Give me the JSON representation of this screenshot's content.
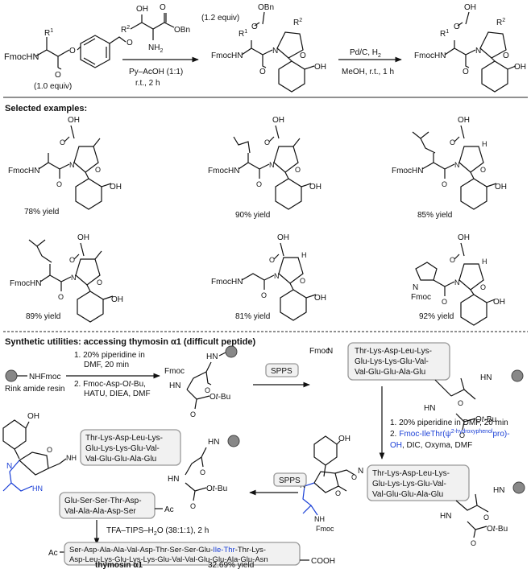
{
  "scheme": {
    "r1": "R",
    "r1sup": "1",
    "r2": "R",
    "r2sup": "2",
    "fmochn": "FmocHN",
    "nh2": "NH",
    "nh2sub": "2",
    "oh": "OH",
    "obn": "OBn",
    "o": "O",
    "n": "N",
    "equiv_ald": "(1.0 equiv)",
    "equiv_ser": "(1.2 equiv)",
    "cond1a": "Py–AcOH (1:1)",
    "cond1b": "r.t., 2 h",
    "cond2a": "Pd/C, H",
    "cond2a_sub": "2",
    "cond2b": "MeOH, r.t., 1 h"
  },
  "examples": {
    "header": "Selected examples:",
    "yields": [
      "78% yield",
      "90% yield",
      "85% yield",
      "89% yield",
      "81% yield",
      "92% yield"
    ],
    "fmoc": "Fmoc",
    "h": "H"
  },
  "synthesis": {
    "header": "Synthetic utilities: accessing thymosin α1 (difficult peptide)",
    "resin_label": "Rink amide resin",
    "nhfmoc": "NHFmoc",
    "steps1": [
      "1. 20% piperidine in",
      "DMF, 20 min",
      "2. Fmoc-Asp-O",
      "t",
      "-Bu,",
      "HATU, DIEA, DMF"
    ],
    "sppps": "SPPS",
    "otbu": "O",
    "t": "t",
    "bu": "-Bu",
    "hn": "HN",
    "nh": "NH",
    "peptide_top": [
      "Thr-Lys-Asp-Leu-Lys-",
      "Glu-Lys-Lys-Glu-Val-",
      "Val-Glu-Glu-Ala-Glu"
    ],
    "steps2a": "1. 20% piperidine in DMF, 20 min",
    "steps2b_pre": "2.",
    "steps2b_blue": "Fmoc-IleThr(ψ",
    "steps2b_sup": "2-hydroxyphenol",
    "steps2b_blue2": "pro)-",
    "steps2c_blue": "OH",
    "steps2c": ", DIC, Oxyma, DMF",
    "peptide_mid": [
      "Thr-Lys-Asp-Leu-Lys-",
      "Glu-Lys-Lys-Glu-Val-",
      "Val-Glu-Glu-Ala-Glu"
    ],
    "peptide_left": [
      "Thr-Lys-Asp-Leu-Lys-",
      "Glu-Lys-Lys-Glu-Val-",
      "Val-Glu-Glu-Ala-Glu"
    ],
    "ser_block": [
      "Glu-Ser-Ser-Thr-Asp-",
      "Val-Ala-Ala-Asp-Ser"
    ],
    "ac": "Ac",
    "cleave": "TFA–TIPS–H",
    "cleave_sub": "2",
    "cleave2": "O (38:1:1), 2 h",
    "final_line1_a": "Ser-Asp-Ala-Ala-Val-Asp-Thr-Ser-Ser-Glu-",
    "final_line1_b": "Ile-Thr",
    "final_line1_c": "-Thr-Lys-",
    "final_line2": "Asp-Leu-Lys-Glu-Lys-Lys-Glu-Val-Val-Glu-Glu-Ala-Glu-Asn",
    "cooh": "COOH",
    "product": "thymosin α1",
    "final_yield": "32.69% yield"
  },
  "colors": {
    "accent": "#1a3fd6",
    "box": "#f1f1f1"
  }
}
